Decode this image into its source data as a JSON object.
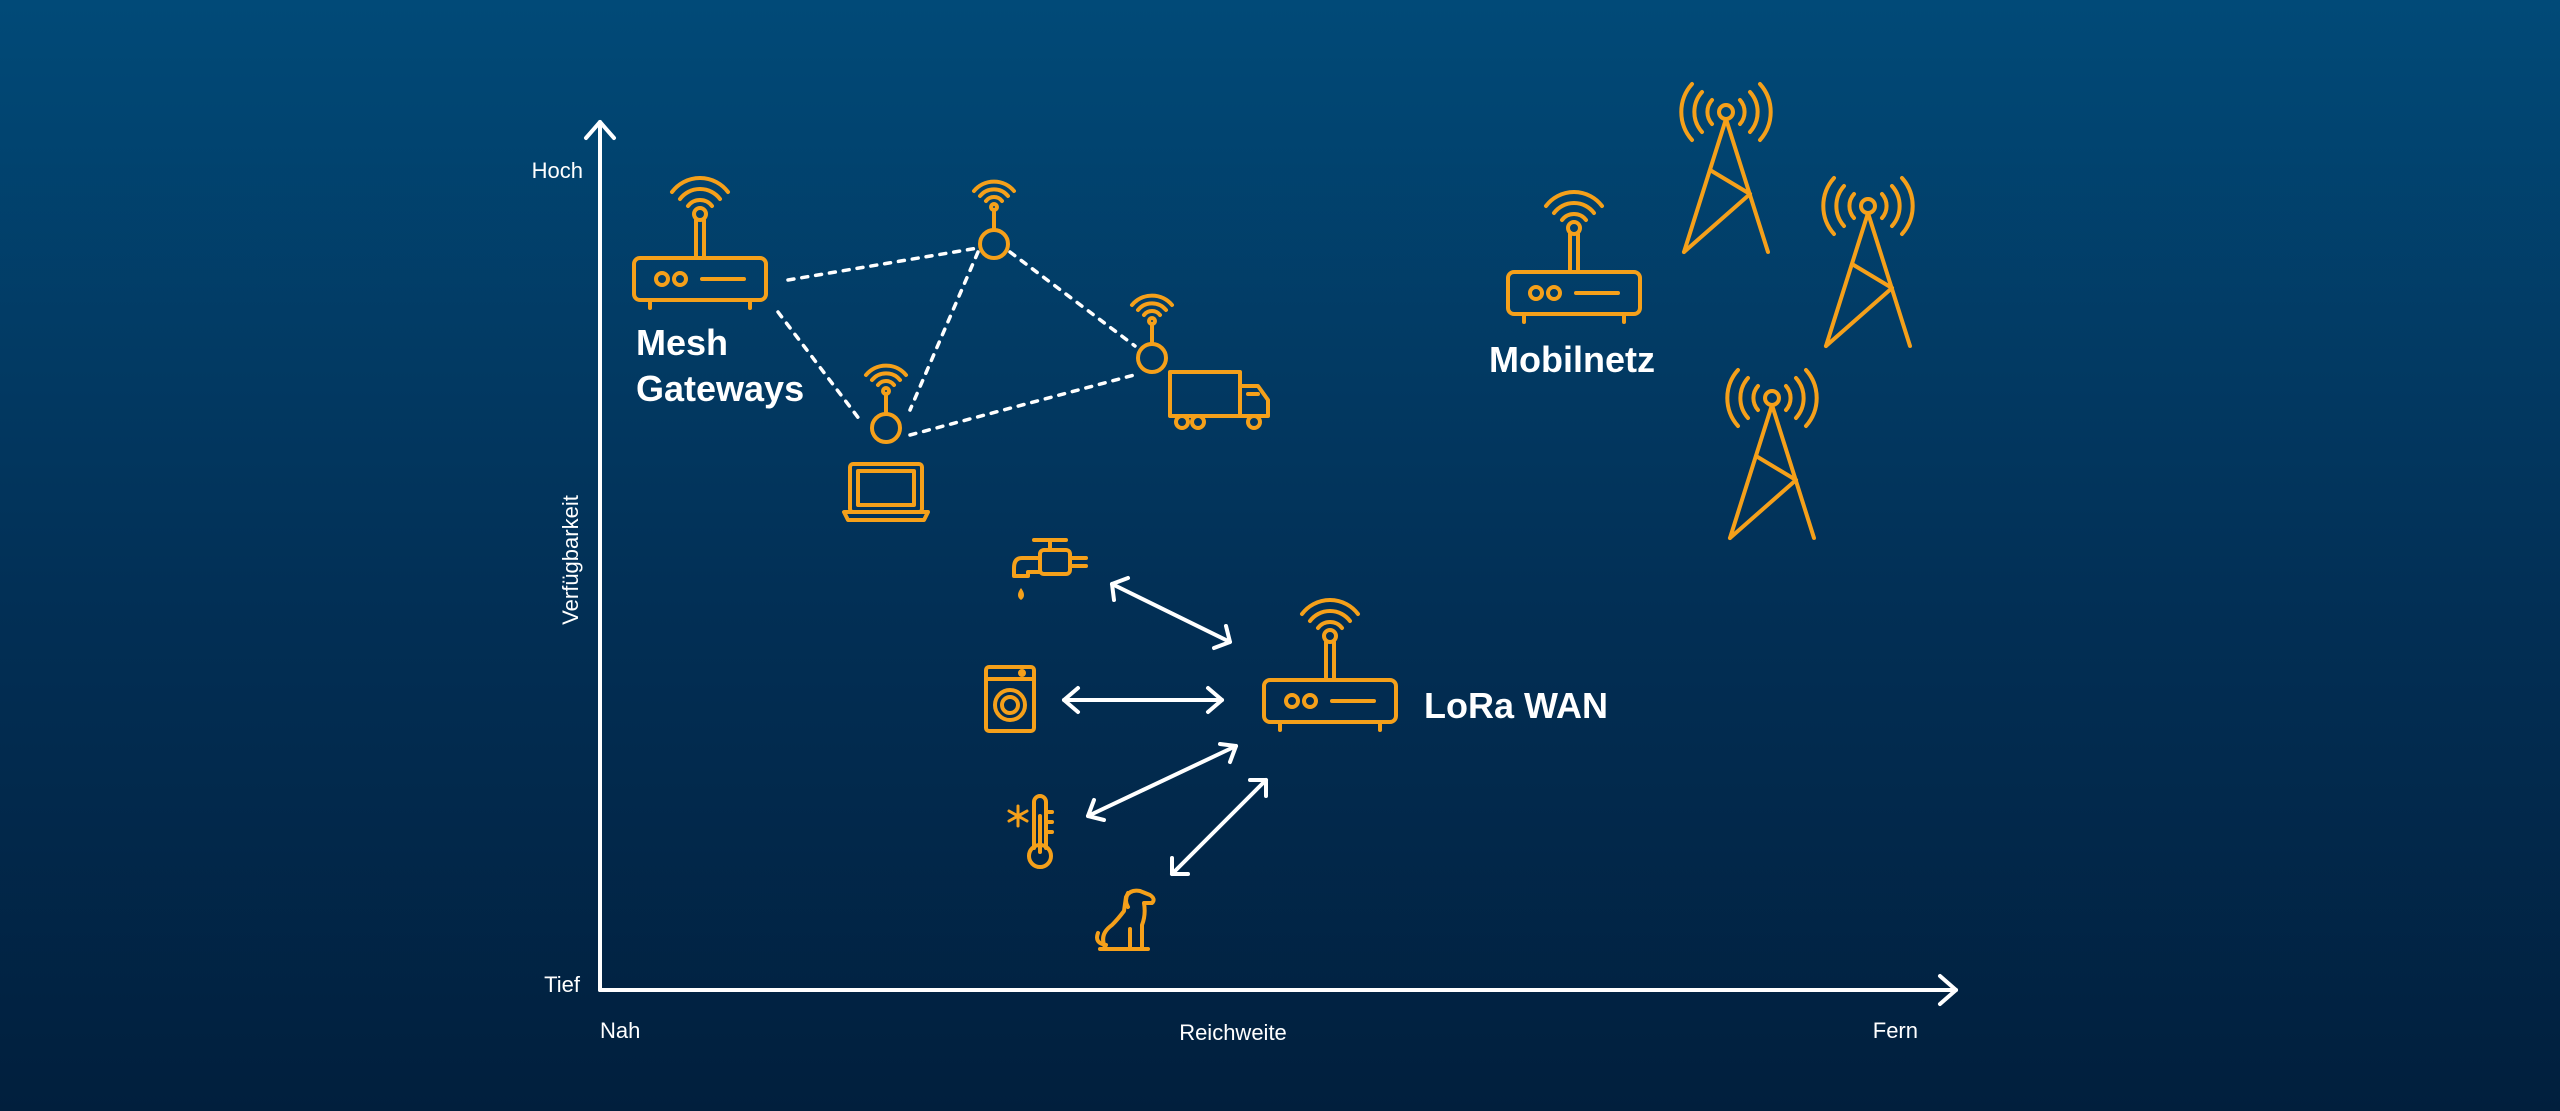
{
  "axes": {
    "y_high": "Hoch",
    "y_low": "Tief",
    "y_title": "Verfügbarkeit",
    "x_near": "Nah",
    "x_title": "Reichweite",
    "x_far": "Fern"
  },
  "groups": {
    "mesh_line1": "Mesh",
    "mesh_line2": "Gateways",
    "mobile": "Mobilnetz",
    "lora": "LoRa WAN"
  },
  "colors": {
    "icon": "#f5a01a",
    "line": "#ffffff",
    "bg_top": "#014a78",
    "bg_bottom": "#011f3d"
  }
}
